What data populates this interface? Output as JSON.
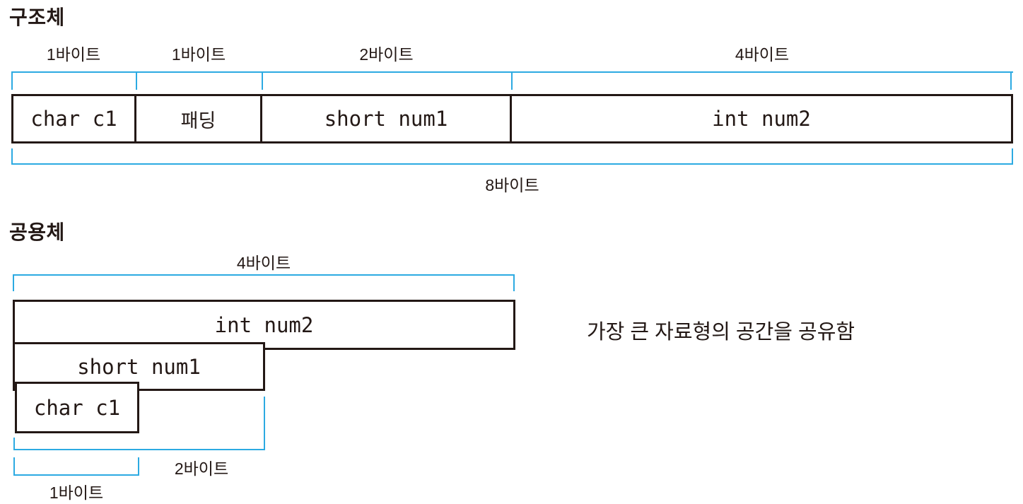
{
  "colors": {
    "accent_blue": "#2caae2",
    "ink_black": "#231815"
  },
  "struct_section": {
    "title": "구조체",
    "byte_labels": [
      "1바이트",
      "1바이트",
      "2바이트",
      "4바이트"
    ],
    "cells": [
      "char c1",
      "패딩",
      "short num1",
      "int num2"
    ],
    "total_label": "8바이트"
  },
  "union_section": {
    "title": "공용체",
    "top_byte_label": "4바이트",
    "boxes": [
      "int num2",
      "short num1",
      "char c1"
    ],
    "byte_label_2": "2바이트",
    "byte_label_1": "1바이트",
    "annotation": "가장 큰 자료형의 공간을 공유함"
  }
}
